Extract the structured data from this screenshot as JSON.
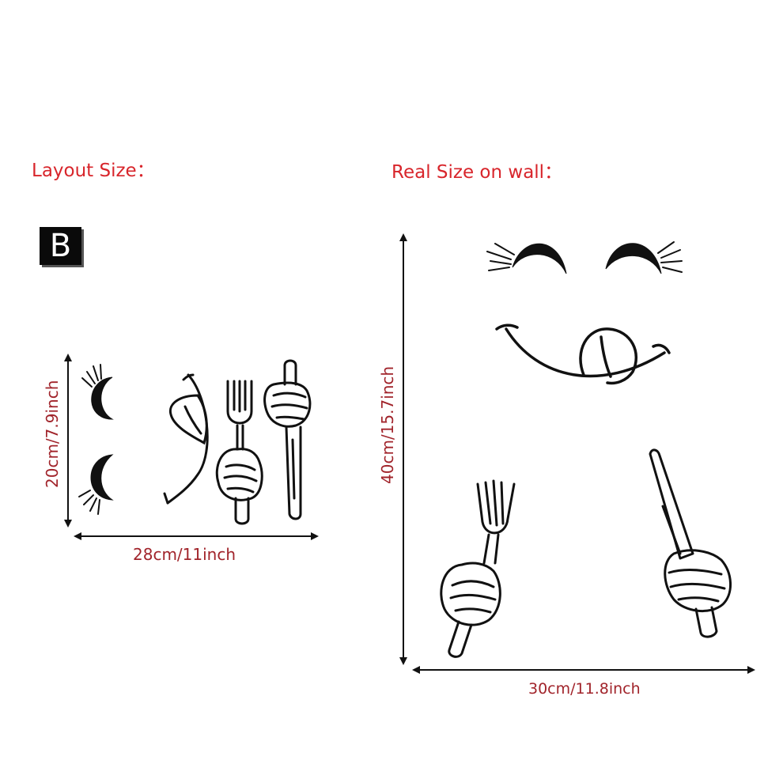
{
  "layout": {
    "heading": "Layout Size：",
    "badge": "B",
    "height_label": "20cm/7.9inch",
    "width_label": "28cm/11inch"
  },
  "real": {
    "heading": "Real Size on wall：",
    "height_label": "40cm/15.7inch",
    "width_label": "30cm/11.8inch"
  },
  "icons": [
    "eyelash-eye-icon",
    "smiling-mouth-tongue-icon",
    "hand-holding-fork-icon",
    "hand-holding-knife-icon",
    "dimension-arrow-icon"
  ],
  "colors": {
    "heading": "#d8252b",
    "dimension_text": "#a1242b",
    "art": "#111111",
    "badge_bg": "#0a0a0a"
  }
}
